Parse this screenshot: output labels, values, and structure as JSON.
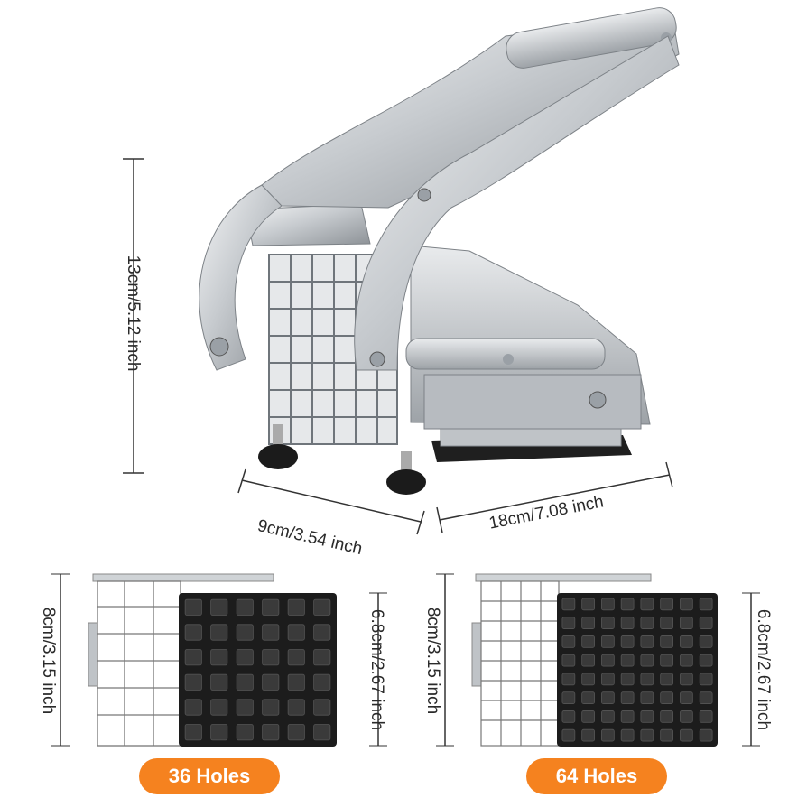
{
  "main_dimensions": {
    "height_label": "13cm/5.12 inch",
    "width_label": "9cm/3.54 inch",
    "length_label": "18cm/7.08 inch"
  },
  "blades": [
    {
      "name": "36 Holes",
      "grid": "6x6",
      "frame_height_label": "8cm/3.15 inch",
      "blade_height_label": "6.8cm/2.67 inch"
    },
    {
      "name": "64 Holes",
      "grid": "8x8",
      "frame_height_label": "8cm/3.15 inch",
      "blade_height_label": "6.8cm/2.67 inch"
    }
  ],
  "colors": {
    "badge": "#f5821f",
    "steel": "#c9cdd1",
    "blade_block": "#1c1c1c"
  }
}
